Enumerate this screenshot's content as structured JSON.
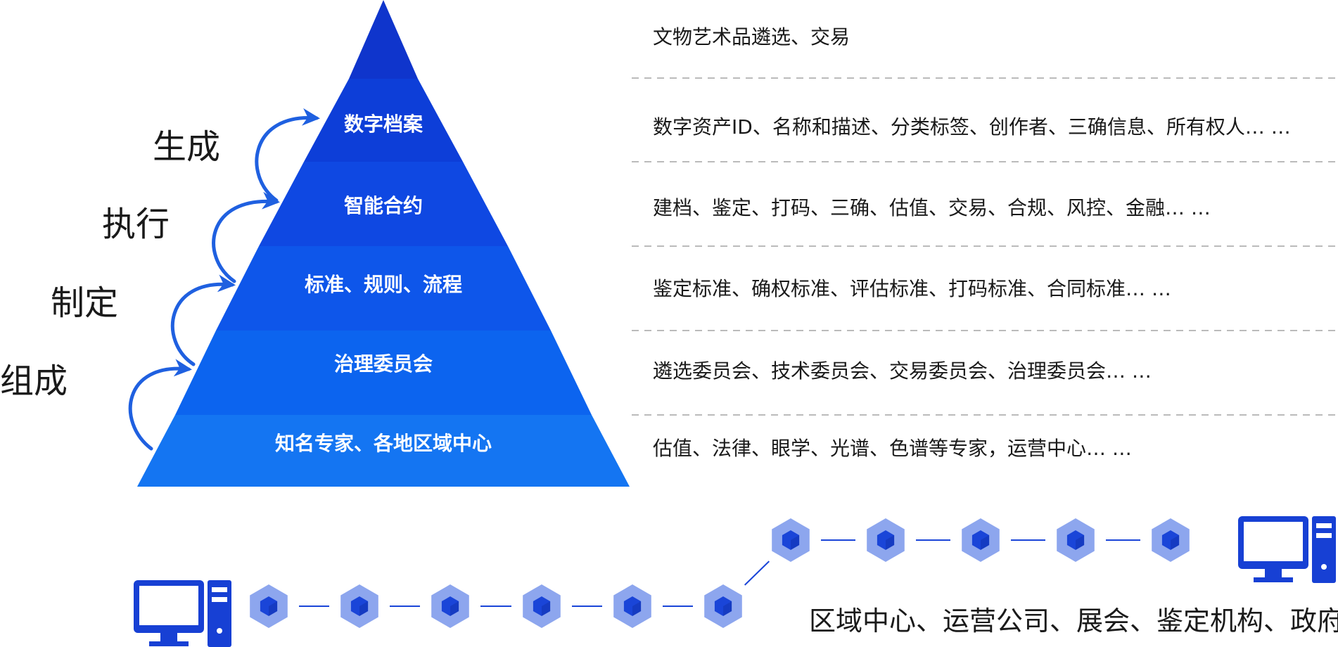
{
  "colors": {
    "layer_fills": [
      "#0f35cc",
      "#0d3ed8",
      "#0f48e2",
      "#0e56ea",
      "#0c64ef",
      "#1475f2"
    ],
    "arrow": "#1f60e0",
    "hexagon": "#8da6ee",
    "hexagon_core": "#1a45d8",
    "computer": "#1740d4",
    "dash": "#bbbbbb"
  },
  "pyramid": {
    "layers": [
      {
        "label": ""
      },
      {
        "label": "数字档案"
      },
      {
        "label": "智能合约"
      },
      {
        "label": "标准、规则、流程"
      },
      {
        "label": "治理委员会"
      },
      {
        "label": "知名专家、各地区域中心"
      }
    ]
  },
  "side_labels": [
    "生成",
    "执行",
    "制定",
    "组成"
  ],
  "descriptions": [
    "文物艺术品遴选、交易",
    "数字资产ID、名称和描述、分类标签、创作者、三确信息、所有权人… …",
    "建档、鉴定、打码、三确、估值、交易、合规、风控、金融… …",
    "鉴定标准、确权标准、评估标准、打码标准、合同标准… …",
    "遴选委员会、技术委员会、交易委员会、治理委员会… …",
    "估值、法律、眼学、光谱、色谱等专家，运营中心… …"
  ],
  "network": {
    "icons": [
      "computer-icon",
      "hexagon-node-icon"
    ],
    "caption": "区域中心、运营公司、展会、鉴定机构、政府"
  }
}
